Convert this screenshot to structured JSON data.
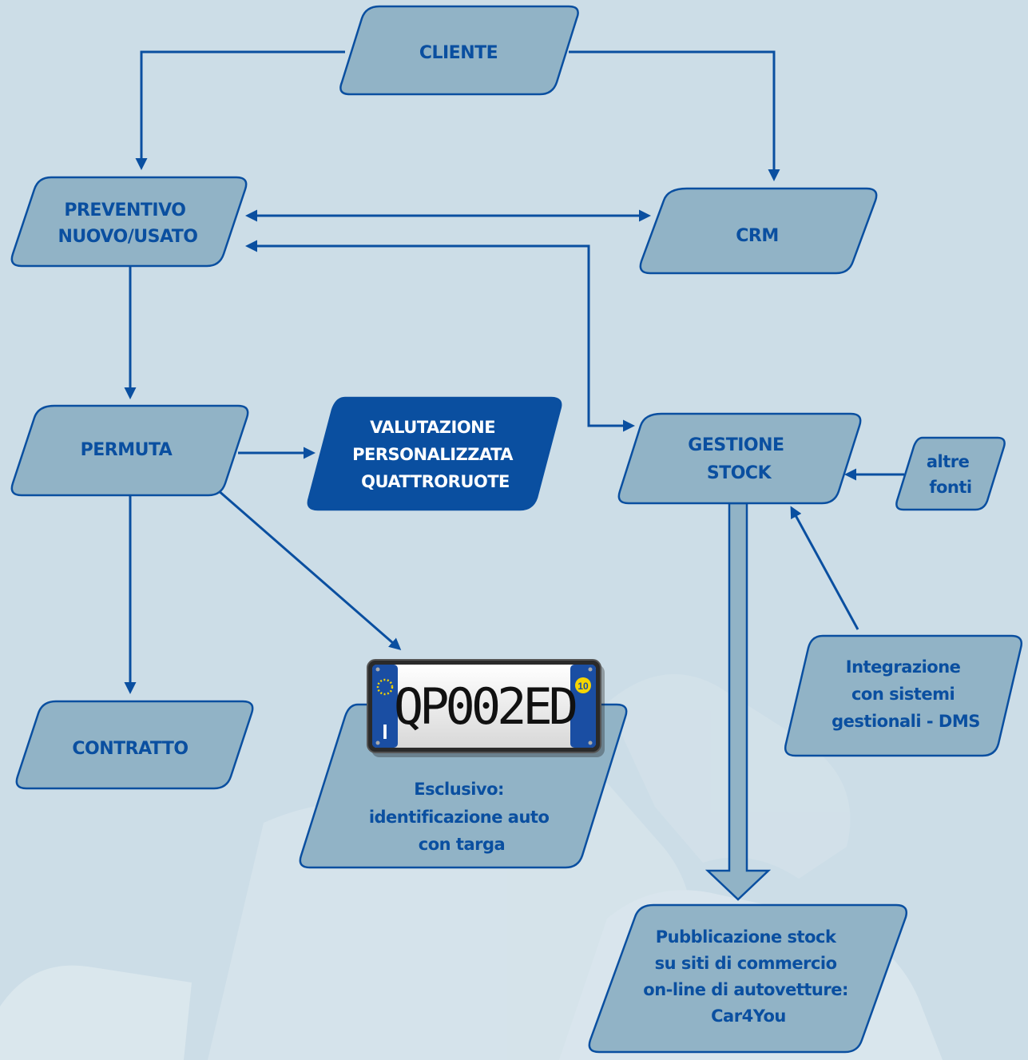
{
  "nodes": {
    "cliente": {
      "lines": [
        "CLIENTE"
      ]
    },
    "preventivo": {
      "lines": [
        "PREVENTIVO",
        "NUOVO/USATO"
      ]
    },
    "crm": {
      "lines": [
        "CRM"
      ]
    },
    "permuta": {
      "lines": [
        "PERMUTA"
      ]
    },
    "valutazione": {
      "lines": [
        "VALUTAZIONE",
        "PERSONALIZZATA",
        "QUATTRORUOTE"
      ]
    },
    "gestione": {
      "lines": [
        "GESTIONE",
        "STOCK"
      ]
    },
    "altre": {
      "lines": [
        "altre",
        "fonti"
      ]
    },
    "contratto": {
      "lines": [
        "CONTRATTO"
      ]
    },
    "esclusivo": {
      "lines": [
        "Esclusivo:",
        "identificazione auto",
        "con targa"
      ]
    },
    "integrazione": {
      "lines": [
        "Integrazione",
        "con sistemi",
        "gestionali - DMS"
      ]
    },
    "pubblicazione": {
      "lines": [
        "Pubblicazione stock",
        "su siti di commercio",
        "on-line di autovetture:",
        "Car4You"
      ]
    }
  },
  "plate": {
    "number": "QP002ED",
    "year": "10"
  },
  "colors": {
    "background": "#ccdde7",
    "node_fill": "#91b3c6",
    "accent": "#0a4fa0",
    "dark_node_fill": "#0a4fa0"
  }
}
